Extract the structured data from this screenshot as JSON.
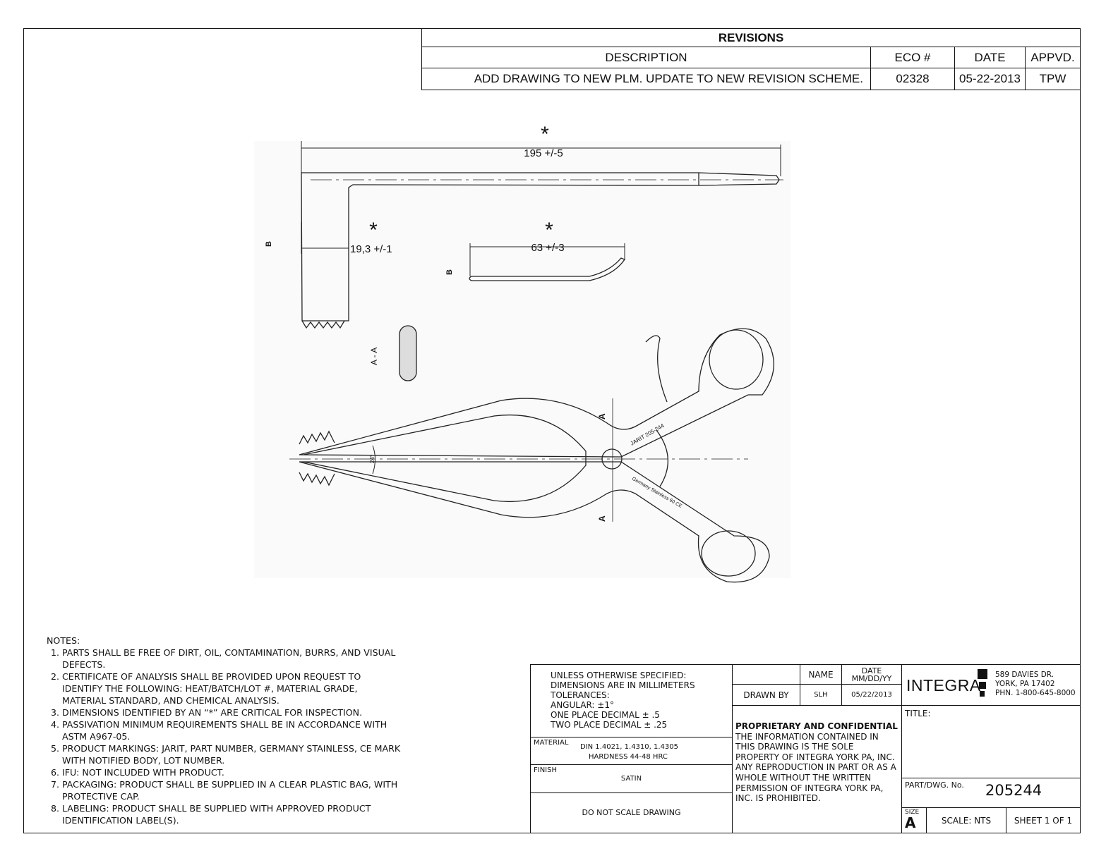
{
  "revisions": {
    "title": "REVISIONS",
    "headers": [
      "DESCRIPTION",
      "ECO #",
      "DATE",
      "APPVD."
    ],
    "rows": [
      {
        "description": "ADD DRAWING TO NEW PLM. UPDATE TO NEW REVISION SCHEME.",
        "eco": "02328",
        "date": "05-22-2013",
        "appvd": "TPW"
      }
    ]
  },
  "drawing": {
    "critical_mark": "*",
    "dim_length": "195 +/-5",
    "dim_width": "19,3 +/-1",
    "dim_blade": "63 +/-3",
    "view_b": "B",
    "section_label": "A - A",
    "section_a": "A",
    "angle": "24°",
    "marking_top": "JARIT 205-244",
    "marking_bottom": "Germany Stainless 60 CE"
  },
  "notes": {
    "heading": "NOTES:",
    "items": [
      "PARTS SHALL BE FREE OF DIRT, OIL, CONTAMINATION, BURRS, AND VISUAL DEFECTS.",
      "CERTIFICATE OF ANALYSIS SHALL BE PROVIDED UPON REQUEST TO IDENTIFY THE FOLLOWING: HEAT/BATCH/LOT #, MATERIAL GRADE, MATERIAL STANDARD, AND CHEMICAL ANALYSIS.",
      "DIMENSIONS IDENTIFIED BY AN “*” ARE CRITICAL FOR INSPECTION.",
      "PASSIVATION MINIMUM REQUIREMENTS SHALL BE IN ACCORDANCE WITH ASTM A967-05.",
      "PRODUCT MARKINGS: JARIT, PART NUMBER, GERMANY STAINLESS, CE MARK WITH NOTIFIED BODY, LOT NUMBER.",
      "IFU: NOT INCLUDED WITH PRODUCT.",
      "PACKAGING: PRODUCT  SHALL BE SUPPLIED IN A CLEAR PLASTIC BAG, WITH PROTECTIVE CAP.",
      "LABELING: PRODUCT SHALL BE SUPPLIED WITH APPROVED PRODUCT IDENTIFICATION LABEL(S)."
    ]
  },
  "title_block": {
    "tolerances": [
      "UNLESS OTHERWISE SPECIFIED:",
      "DIMENSIONS ARE IN MILLIMETERS",
      "TOLERANCES:",
      "ANGULAR: ±1°",
      "ONE PLACE DECIMAL ± .5",
      "TWO PLACE DECIMAL ± .25"
    ],
    "material_label": "MATERIAL",
    "material": [
      "DIN 1.4021,  1.4310, 1.4305",
      "HARDNESS 44-48 HRC"
    ],
    "finish_label": "FINISH",
    "finish": "SATIN",
    "do_not_scale": "DO NOT SCALE DRAWING",
    "name_header": "NAME",
    "date_header": "DATE MM/DD/YY",
    "drawn_by_label": "DRAWN BY",
    "drawn_by": "SLH",
    "drawn_date": "05/22/2013",
    "proprietary_heading": "PROPRIETARY AND CONFIDENTIAL",
    "proprietary_text": "THE INFORMATION CONTAINED IN THIS DRAWING IS THE SOLE PROPERTY OF INTEGRA YORK PA, INC.  ANY REPRODUCTION IN PART OR AS A WHOLE WITHOUT THE WRITTEN PERMISSION OF INTEGRA YORK PA, INC. IS PROHIBITED.",
    "company": "INTEGRA",
    "address": [
      "589 DAVIES DR.",
      "YORK, PA 17402",
      "PHN. 1-800-645-8000"
    ],
    "title_label": "TITLE:",
    "part_label": "PART/DWG. No.",
    "part_no": "205244",
    "size_label": "SIZE",
    "size": "A",
    "scale": "SCALE: NTS",
    "sheet": "SHEET 1 OF 1"
  }
}
